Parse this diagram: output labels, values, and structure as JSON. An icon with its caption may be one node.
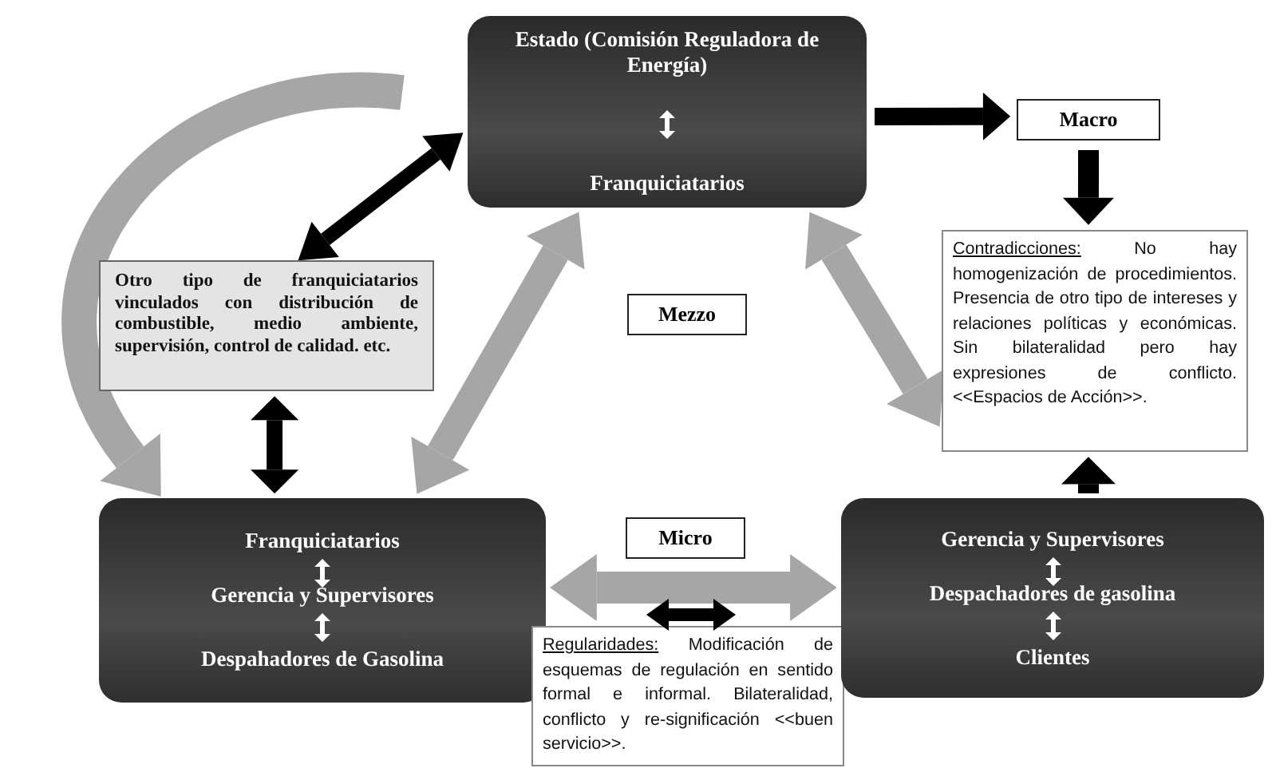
{
  "diagram": {
    "nodes": [
      {
        "text": [
          "Estado (Comisión Reguladora de Energía)",
          "Franquiciatarios"
        ]
      },
      {
        "text": [
          "Macro"
        ]
      },
      {
        "text": [
          "Contradicciones:",
          "No hay homogenización de procedimientos. Presencia de otro tipo de intereses y relaciones políticas y económicas. Sin bilateralidad pero hay expresiones de conflicto. <<Espacios de Acción>>."
        ]
      },
      {
        "text": [
          "Otro tipo de franquiciatarios vinculados con distribución de combustible, medio ambiente, supervisión, control de calidad. etc."
        ]
      },
      {
        "text": [
          "Mezzo"
        ]
      },
      {
        "text": [
          "Franquiciatarios",
          "Gerencia y Supervisores",
          "Despahadores de Gasolina"
        ]
      },
      {
        "text": [
          "Micro"
        ]
      },
      {
        "text": [
          "Regularidades:",
          "Modificación de esquemas de regulación en sentido formal e informal. Bilateralidad, conflicto y re-significación <<buen servicio>>."
        ]
      },
      {
        "text": [
          "Gerencia y Supervisores",
          "Despachadores de gasolina",
          "Clientes"
        ]
      }
    ],
    "edges": [
      {
        "from": 3,
        "to": 0,
        "arrow": "both"
      },
      {
        "from": 0,
        "to": 1,
        "arrow": "to"
      },
      {
        "from": 1,
        "to": 2,
        "arrow": "to"
      },
      {
        "from": 8,
        "to": 2,
        "arrow": "to"
      },
      {
        "from": 3,
        "to": 5,
        "arrow": "both"
      },
      {
        "from": null,
        "to": 5,
        "arrow": "to",
        "color": "#a6a6a6"
      },
      {
        "from": 5,
        "to": 0,
        "arrow": "both",
        "color": "#a6a6a6"
      },
      {
        "from": 0,
        "to": 2,
        "arrow": "both",
        "color": "#a6a6a6"
      },
      {
        "from": 5,
        "to": 8,
        "arrow": "both",
        "color": "#a6a6a6"
      }
    ]
  }
}
